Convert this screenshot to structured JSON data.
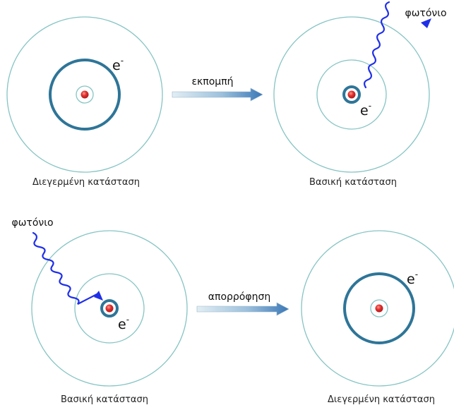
{
  "colors": {
    "orbit": "#86c4c4",
    "electron_orbit": "#2e7598",
    "nucleus": "#e03030",
    "photon": "#1f2fe8",
    "arrow_light": "#d8e8f0",
    "arrow_dark": "#3a78b8"
  },
  "panels": {
    "top_left": {
      "caption": "Διεγερμένη κατάσταση",
      "electron_label": "e",
      "electron_charge": "-"
    },
    "top_right": {
      "caption": "Βασική κατάσταση",
      "electron_label": "e",
      "electron_charge": "-",
      "photon_label": "φωτόνιο"
    },
    "bottom_left": {
      "caption": "Βασική κατάσταση",
      "electron_label": "e",
      "electron_charge": "-",
      "photon_label": "φωτόνιο"
    },
    "bottom_right": {
      "caption": "Διεγερμένη κατάσταση",
      "electron_label": "e",
      "electron_charge": "-"
    }
  },
  "transitions": {
    "emission": "εκπομπή",
    "absorption": "απορρόφηση"
  }
}
